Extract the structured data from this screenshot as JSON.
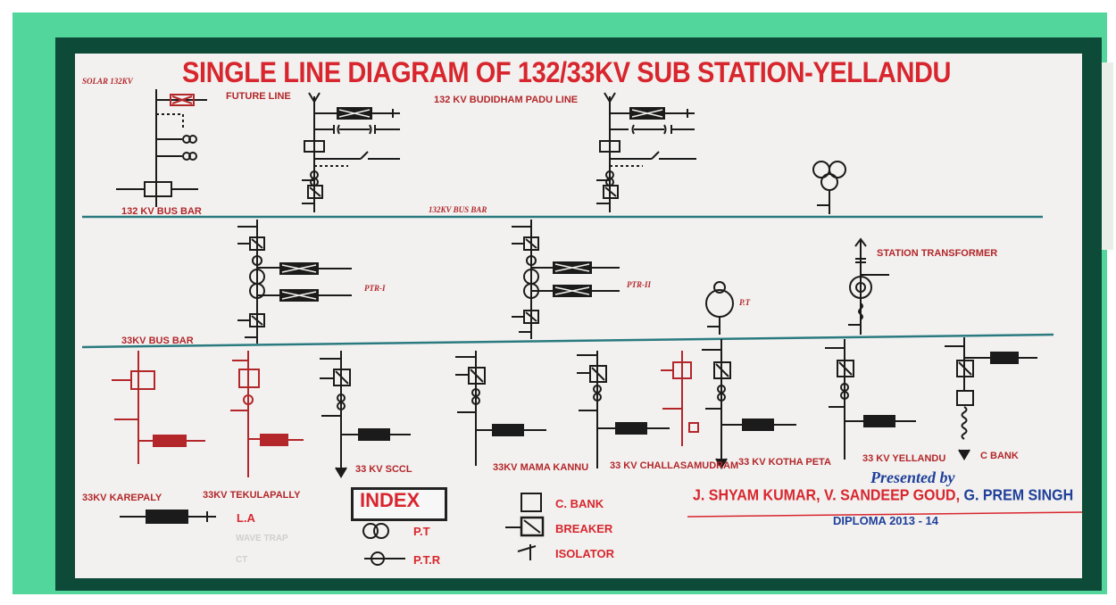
{
  "colors": {
    "board_border": "#0d4a38",
    "frame": "#52d69b",
    "title": "#d8262e",
    "bus_bar": "#2a7a80",
    "breaker_fill": "#1b1b1b",
    "handwritten": "#b3262a",
    "credits_blue": "#1f3f9a"
  },
  "title": "SINGLE LINE DIAGRAM OF 132/33KV SUB STATION-YELLANDU",
  "top_labels": {
    "solar": "SOLAR 132KV",
    "future_line": "FUTURE LINE",
    "budidham_line": "132 KV BUDIDHAM PADU LINE",
    "bus_132": "132 KV BUS BAR",
    "bus_132_hand": "132KV BUS BAR",
    "bus_33": "33KV BUS BAR",
    "station_transformer": "STATION TRANSFORMER",
    "pt": "P.T",
    "ptr1": "PTR-I",
    "ptr2": "PTR-II"
  },
  "feeders": {
    "kareplly": "33KV KAREPALY",
    "tekulapally": "33KV TEKULAPALLY",
    "sccl": "33 KV SCCL",
    "mama_kannu": "33KV MAMA KANNU",
    "challasamudram": "33 KV CHALLASAMUDRAM",
    "kotha_peta": "33 KV KOTHA PETA",
    "yellandu": "33 KV YELLANDU",
    "c_bank": "C BANK"
  },
  "index": {
    "heading": "INDEX",
    "la": "L.A",
    "pt": "P.T",
    "ptr": "P.T.R",
    "cbank": "C. BANK",
    "breaker": "BREAKER",
    "isolator": "ISOLATOR",
    "wave_trap": "WAVE TRAP",
    "ct": "CT"
  },
  "credits": {
    "presented_by": "Presented by",
    "name1": "J. SHYAM KUMAR,",
    "name2": "V. SANDEEP GOUD,",
    "name3": "G. PREM SINGH",
    "diploma": "DIPLOMA 2013 - 14"
  },
  "icons": [
    "breaker-symbol",
    "isolator-symbol",
    "lightning-arrester-symbol",
    "transformer-symbol",
    "capacitor-bank-symbol",
    "ground-symbol"
  ]
}
